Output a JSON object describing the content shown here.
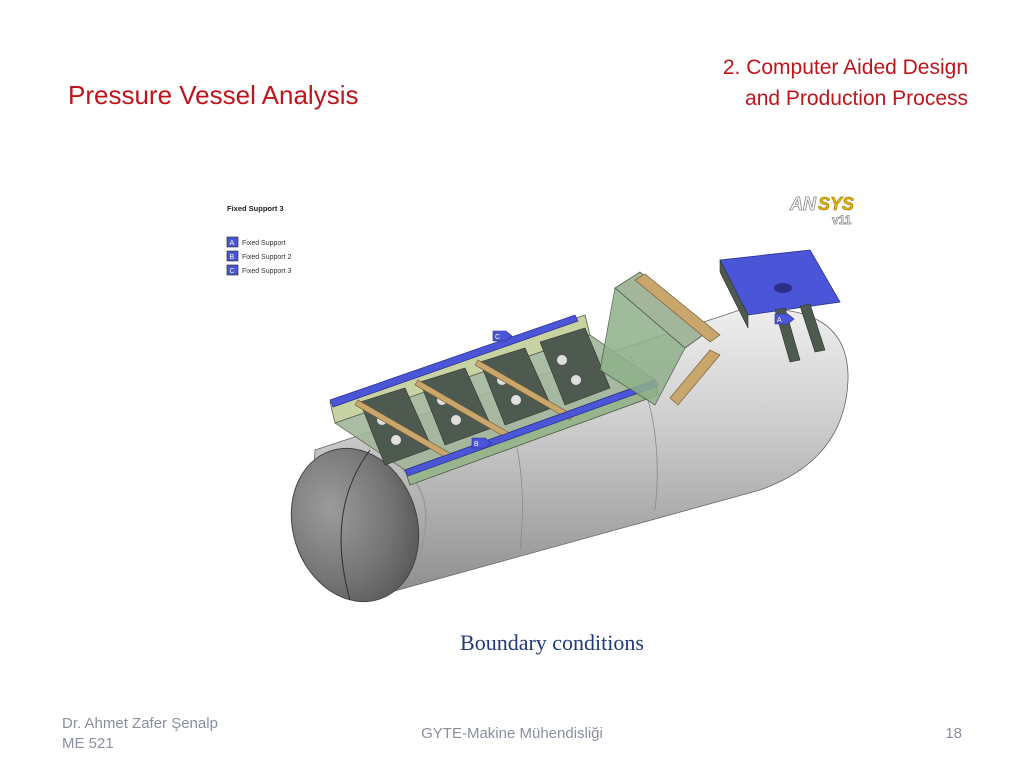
{
  "slide": {
    "title": "Pressure Vessel Analysis",
    "section_line1": "2. Computer Aided Design",
    "section_line2": "and Production Process",
    "caption": "Boundary conditions",
    "author": "Dr. Ahmet Zafer Şenalp",
    "course": "ME 521",
    "institution": "GYTE-Makine Mühendisliği",
    "page_number": "18"
  },
  "figure": {
    "heading": "Fixed Support 3",
    "legend": [
      {
        "key": "A",
        "label": "Fixed Support"
      },
      {
        "key": "B",
        "label": "Fixed Support 2"
      },
      {
        "key": "C",
        "label": "Fixed Support 3"
      }
    ],
    "logo_text_1": "AN",
    "logo_text_2": "SYS",
    "logo_version": "v11",
    "markers": [
      "C",
      "B",
      "A"
    ],
    "colors": {
      "support_blue": "#4a55d8",
      "frame_green": "#8fb08a",
      "frame_dark": "#4e5a50",
      "beam_tan": "#c9a66b",
      "shell_gray": "#bdbdbd",
      "logo_yellow": "#e8b400"
    }
  }
}
